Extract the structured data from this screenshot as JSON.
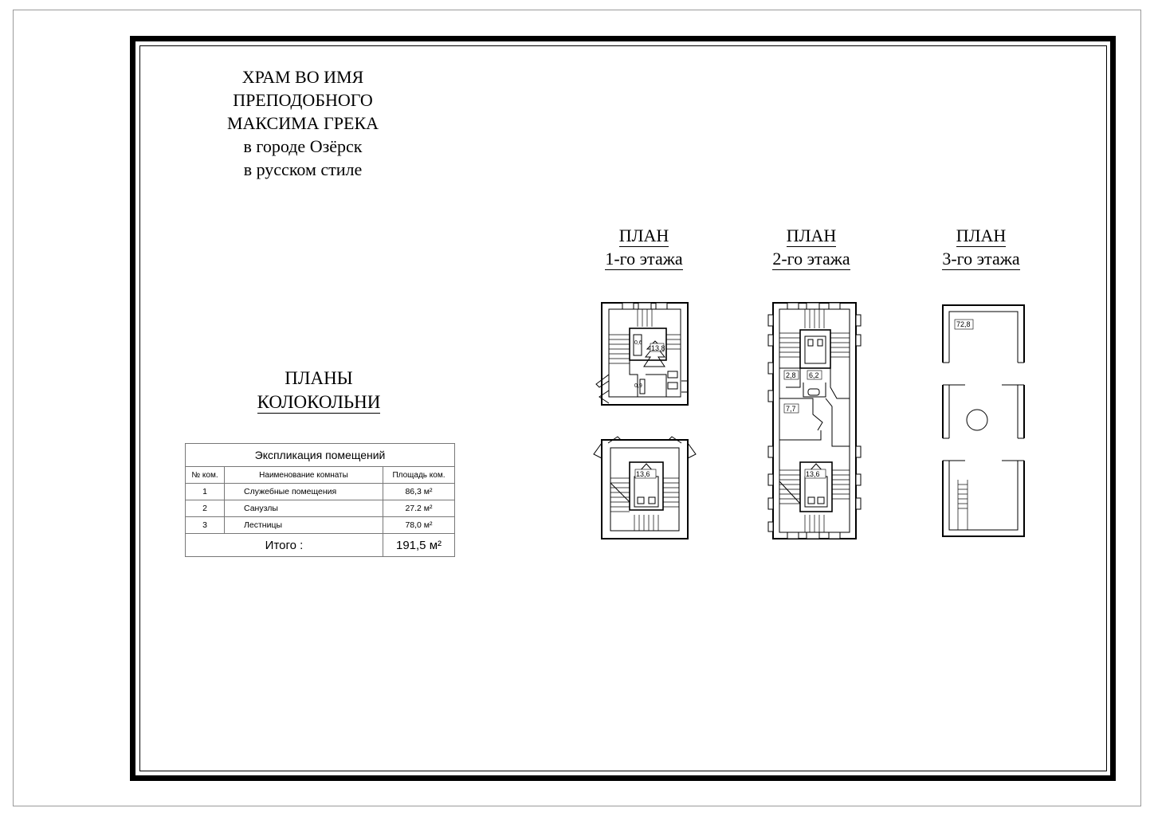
{
  "sheet": {
    "title_lines": [
      "ХРАМ ВО ИМЯ",
      "ПРЕПОДОБНОГО",
      "МАКСИМА ГРЕКА",
      "в городе Озёрск",
      "в русском стиле"
    ],
    "section_title_lines": [
      "ПЛАНЫ",
      "КОЛОКОЛЬНИ"
    ]
  },
  "plans": [
    {
      "line1": "ПЛАН",
      "line2": "1-го этажа"
    },
    {
      "line1": "ПЛАН",
      "line2": "2-го этажа"
    },
    {
      "line1": "ПЛАН",
      "line2": "3-го этажа"
    }
  ],
  "room_labels": {
    "p1_room": "13,8",
    "p1_small_a": "0,6",
    "p1_small_b": "0,9",
    "p1b_stair": "13,6",
    "p2_left": "2,8",
    "p2_right": "6,2",
    "p2_mid": "7,7",
    "p2_stair": "13,6",
    "p3_room": "72,8"
  },
  "explication": {
    "caption": "Экспликация помещений",
    "headers": [
      "№ ком.",
      "Наименование комнаты",
      "Площадь ком."
    ],
    "rows": [
      {
        "num": "1",
        "name": "Служебные помещения",
        "area": "86,3 м²"
      },
      {
        "num": "2",
        "name": "Санузлы",
        "area": "27.2 м²"
      },
      {
        "num": "3",
        "name": "Лестницы",
        "area": "78,0 м²"
      }
    ],
    "total_label": "Итого :",
    "total_value": "191,5 м²"
  }
}
